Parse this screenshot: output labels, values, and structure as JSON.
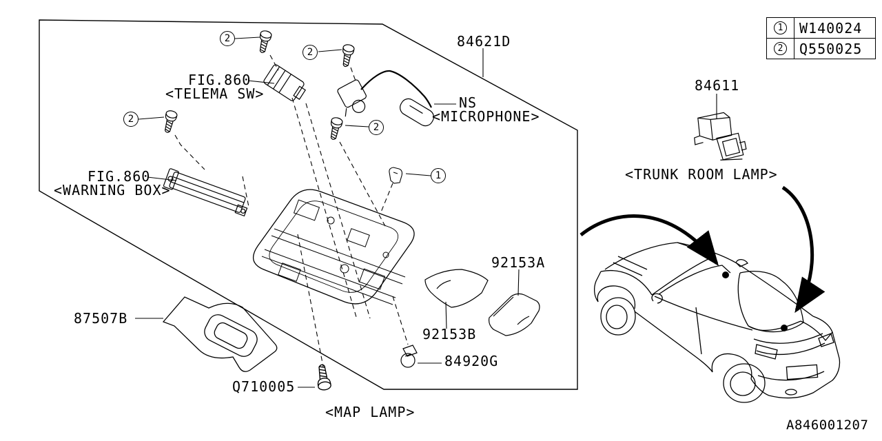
{
  "doc": {
    "drawing_number": "A846001207"
  },
  "labels": {
    "console_part": "84621D",
    "fig_telema": "FIG.860",
    "telema": "<TELEMA SW>",
    "ns": "NS",
    "microphone": "<MICROPHONE>",
    "fig_warning": "FIG.860",
    "warning_box": "<WARNING BOX>",
    "trunk_lamp_part": "84611",
    "trunk_lamp": "<TRUNK ROOM LAMP>",
    "cover_part": "87507B",
    "lens_a_part": "92153A",
    "lens_b_part": "92153B",
    "bulb_part": "84920G",
    "screw_part": "Q710005",
    "map_lamp": "<MAP LAMP>"
  },
  "callouts": {
    "ref1": "1",
    "ref2": "2"
  },
  "legend": {
    "rows": [
      {
        "ref": "1",
        "part": "W140024"
      },
      {
        "ref": "2",
        "part": "Q550025"
      }
    ]
  }
}
